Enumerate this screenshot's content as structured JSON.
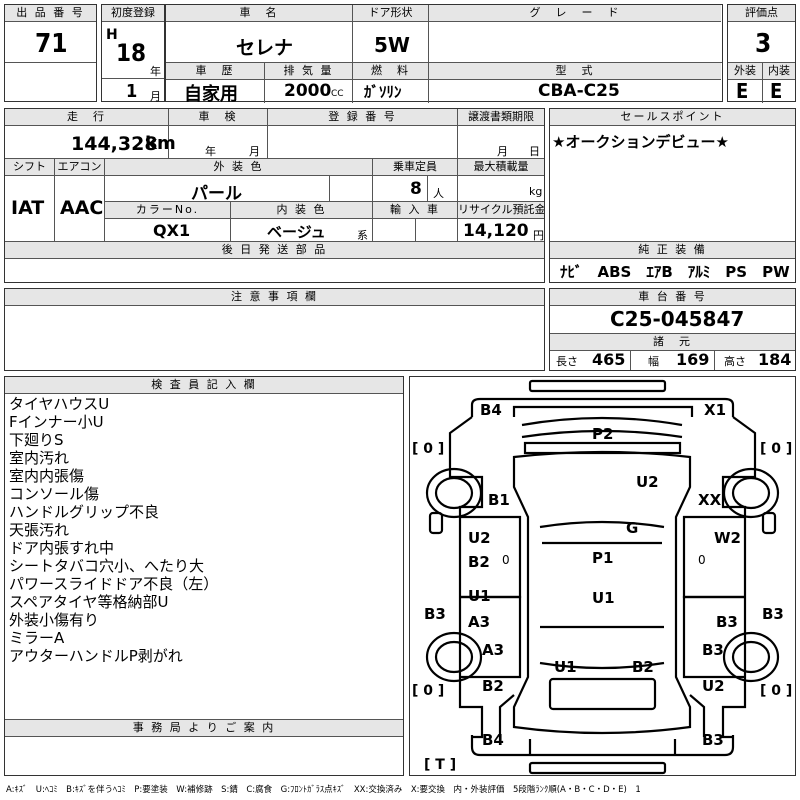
{
  "header": {
    "lot_label": "出 品 番 号",
    "lot_no": "71",
    "first_reg_label": "初度登録",
    "era": "H",
    "year": "18",
    "year_unit": "年",
    "month": "1",
    "month_unit": "月",
    "car_name_label": "車　名",
    "car_name": "セレナ",
    "door_label": "ドア形状",
    "door": "5W",
    "grade_label": "グ　レ　ー　ド",
    "grade": "",
    "score_label": "評価点",
    "score": "3",
    "history_label": "車　歴",
    "history": "自家用",
    "displacement_label": "排 気 量",
    "displacement": "2000",
    "displacement_unit": "CC",
    "fuel_label": "燃　料",
    "fuel": "ｶﾞｿﾘﾝ",
    "model_label": "型　式",
    "model": "CBA-C25",
    "exterior_label": "外装",
    "exterior": "E",
    "interior_label": "内装",
    "interior": "E"
  },
  "row2": {
    "mileage_label": "走　行",
    "mileage": "144,328",
    "mileage_unit": "km",
    "inspection_label": "車　検",
    "inspection_year": "年",
    "inspection_month": "月",
    "reg_no_label": "登 録 番 号",
    "transfer_label": "譲渡書類期限",
    "transfer_month": "月",
    "transfer_day": "日",
    "shift_label": "シフト",
    "shift": "IAT",
    "ac_label": "エアコン",
    "ac": "AAC",
    "ext_color_label": "外 装 色",
    "ext_color": "パール",
    "capacity_label": "乗車定員",
    "capacity": "8",
    "capacity_unit": "人",
    "max_load_label": "最大積載量",
    "max_load_unit": "kg",
    "color_no_label": "カラーNo.",
    "color_no": "QX1",
    "int_color_label": "内 装 色",
    "int_color": "ベージュ",
    "int_color_unit": "系",
    "import_label": "輸 入 車",
    "recycle_label": "リサイクル預託金",
    "recycle": "14,120",
    "recycle_unit": "円",
    "later_parts_label": "後 日 発 送 部 品"
  },
  "sales": {
    "label": "セールスポイント",
    "text": "★オークションデビュー★"
  },
  "equipment": {
    "label": "純 正 装 備",
    "items": "ﾅﾋﾞ　ABS　ｴｱB　ｱﾙﾐ　PS　PW"
  },
  "caution": {
    "label": "注 意 事 項 欄"
  },
  "chassis": {
    "label": "車 台 番 号",
    "number": "C25-045847"
  },
  "specs": {
    "label": "諸　元",
    "length_label": "長さ",
    "length": "465",
    "width_label": "幅",
    "width": "169",
    "height_label": "高さ",
    "height": "184"
  },
  "inspector": {
    "label": "検 査 員 記 入 欄",
    "notes": [
      "タイヤハウスU",
      "Fインナー小U",
      "下廻りS",
      "室内汚れ",
      "室内内張傷",
      "コンソール傷",
      "ハンドルグリップ不良",
      "天張汚れ",
      "ドア内張すれ中",
      "シートタバコ穴小、へたり大",
      "パワースライドドア不良（左）",
      "スペアタイヤ等格納部U",
      "外装小傷有り",
      "ミラーA",
      "アウターハンドルP剥がれ"
    ]
  },
  "office": {
    "label": "事 務 局 よ り ご 案 内"
  },
  "diagram": {
    "marks": {
      "b4_tl": "B4",
      "x1_tr": "X1",
      "p2": "P2",
      "u2_top": "U2",
      "b1": "B1",
      "xx": "XX",
      "g": "G",
      "u2_left": "U2",
      "w2": "W2",
      "b2_left": "B2",
      "p1": "P1",
      "u1_left": "U1",
      "u1_center": "U1",
      "a3_left": "A3",
      "b3_left_edge": "B3",
      "b3_right": "B3",
      "b3_right_edge": "B3",
      "a3_lower": "A3",
      "b3_lower_right": "B3",
      "u1_bottom": "U1",
      "b2_bottom": "B2",
      "b2_lower_left": "B2",
      "u2_lower_right": "U2",
      "b4_bl": "B4",
      "b3_br": "B3"
    },
    "tire_left_top": "[ 0 ]",
    "tire_right_top": "[ 0 ]",
    "tire_left_bottom": "[ 0 ]",
    "tire_right_bottom": "[ 0 ]",
    "spare": "[ T ]",
    "zero_mark": "0"
  },
  "legend": "A:ｷｽﾞ　U:ﾍｺﾐ　B:ｷｽﾞを伴うﾍｺﾐ　P:要塗装　W:補修跡　S:錆　C:腐食　G:ﾌﾛﾝﾄｶﾞﾗｽ点ｷｽﾞ　XX:交換済み　X:要交換　内・外装評価　5段階ﾗﾝｸ順(A・B・C・D・E)　1"
}
